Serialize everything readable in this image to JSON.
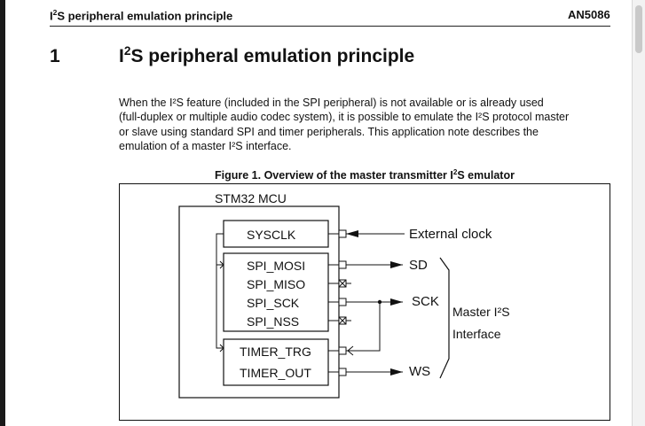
{
  "header": {
    "left_prefix": "I",
    "left_sup": "2",
    "left_rest": "S peripheral emulation principle",
    "right": "AN5086"
  },
  "section": {
    "number": "1",
    "title_prefix": "I",
    "title_sup": "2",
    "title_rest": "S peripheral emulation principle"
  },
  "paragraph": {
    "lines": [
      "When the I²S feature (included in the SPI peripheral) is not available or is already used",
      "(full-duplex or multiple audio codec system), it is possible to emulate the I²S protocol master",
      "or slave using standard SPI and timer peripherals. This application note describes the",
      "emulation of a master I²S interface."
    ]
  },
  "figure": {
    "caption_prefix": "Figure 1. Overview of the master transmitter I",
    "caption_sup": "2",
    "caption_rest": "S emulator",
    "diagram": {
      "mcu_label": "STM32 MCU",
      "sysclk": "SYSCLK",
      "spi_pins": [
        "SPI_MOSI",
        "SPI_MISO",
        "SPI_SCK",
        "SPI_NSS"
      ],
      "timer_trg": "TIMER_TRG",
      "timer_out": "TIMER_OUT",
      "external_clock": "External clock",
      "sd": "SD",
      "sck": "SCK",
      "ws": "WS",
      "interface_line1": "Master I²S",
      "interface_line2": "Interface"
    }
  },
  "colors": {
    "ink": "#111111",
    "page": "#ffffff"
  }
}
